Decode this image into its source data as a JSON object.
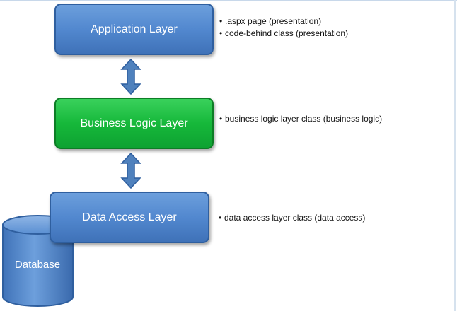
{
  "layers": [
    {
      "label": "Application Layer",
      "color": "#5288cf",
      "notes": [
        ".aspx page (presentation)",
        "code-behind class (presentation)"
      ]
    },
    {
      "label": "Business Logic Layer",
      "color": "#16b83a",
      "notes": [
        "business logic layer class (business logic)"
      ]
    },
    {
      "label": "Data Access Layer",
      "color": "#5288cf",
      "notes": [
        "data access layer class (data access)"
      ]
    }
  ],
  "database": {
    "label": "Database",
    "color": "#4a7ec4"
  },
  "connectors": {
    "type": "double-headed-arrow",
    "color": "#4f81bd"
  }
}
